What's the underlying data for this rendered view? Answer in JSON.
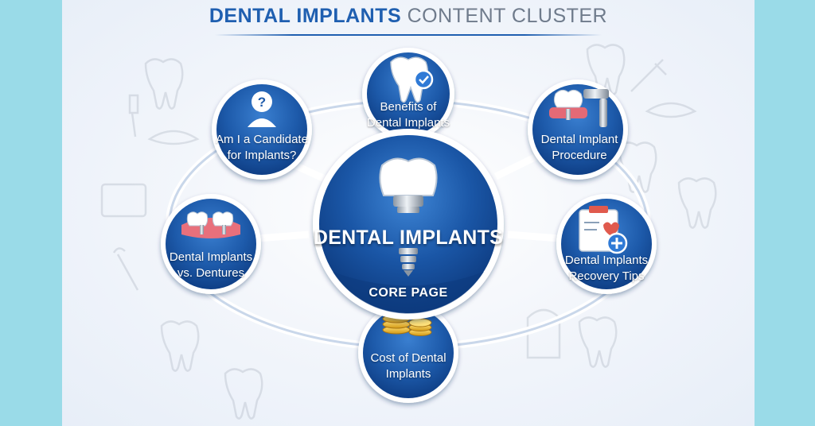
{
  "title": {
    "bold": "DENTAL IMPLANTS",
    "light": "CONTENT CLUSTER"
  },
  "core": {
    "title": "DENTAL IMPLANTS",
    "subtitle": "CORE PAGE",
    "icon": "implant-tooth-icon"
  },
  "nodes": [
    {
      "id": "benefits",
      "lines": [
        "Benefits of",
        "Dental Implants"
      ],
      "icon": "tooth-check-icon"
    },
    {
      "id": "procedure",
      "lines": [
        "Dental Implant",
        "Procedure"
      ],
      "icon": "dental-drill-icon"
    },
    {
      "id": "recovery",
      "lines": [
        "Dental Implants",
        "Recovery Tips"
      ],
      "icon": "clipboard-heart-icon"
    },
    {
      "id": "cost",
      "lines": [
        "Cost of Dental",
        "Implants"
      ],
      "icon": "coins-icon"
    },
    {
      "id": "dentures",
      "lines": [
        "Dental Implants",
        "vs. Dentures"
      ],
      "icon": "denture-icon"
    },
    {
      "id": "candidate",
      "lines": [
        "Am I a Candidate",
        "for Implants?"
      ],
      "icon": "question-person-icon"
    }
  ],
  "colors": {
    "page_bg": "#9adbe8",
    "node_blue": "#1d5aaa",
    "node_blue_dark": "#0f3f86",
    "title_blue": "#1f5fb0",
    "title_gray": "#6f7b8c"
  }
}
